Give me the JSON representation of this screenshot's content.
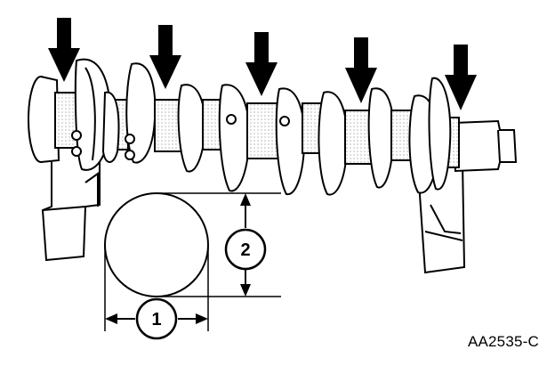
{
  "figure": {
    "reference_code": "AA2535-C",
    "callouts": [
      {
        "number": "1",
        "meaning": ""
      },
      {
        "number": "2",
        "meaning": ""
      }
    ],
    "journal_arrow_count": 5,
    "colors": {
      "line": "#000000",
      "background": "#ffffff",
      "shade": "#d9d9d9"
    }
  }
}
